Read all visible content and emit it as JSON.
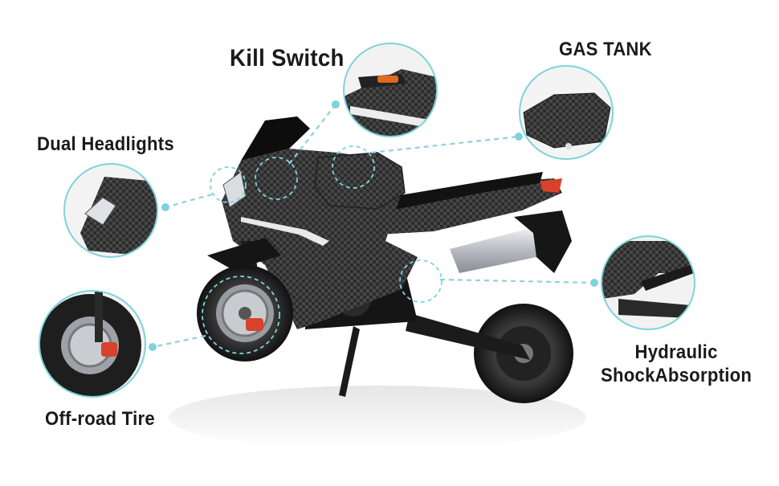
{
  "callouts": {
    "kill_switch": "Kill Switch",
    "gas_tank": "GAS TANK",
    "dual_headlights": "Dual Headlights",
    "hydraulic_line1": "Hydraulic",
    "hydraulic_line2": "ShockAbsorption",
    "offroad_tire": "Off-road Tire"
  },
  "colors": {
    "callout_ring": "#7fd3dc",
    "callout_line": "#8ed2dc",
    "body_dark": "#1e1e1e",
    "carbon": "#3a3a3a",
    "brake_red": "#d8412a",
    "exhaust": "#cfd2d6"
  },
  "icons": [
    "motorcycle-image",
    "kill-switch-zoom",
    "gas-tank-zoom",
    "headlight-zoom",
    "shock-absorber-zoom",
    "tire-zoom"
  ]
}
